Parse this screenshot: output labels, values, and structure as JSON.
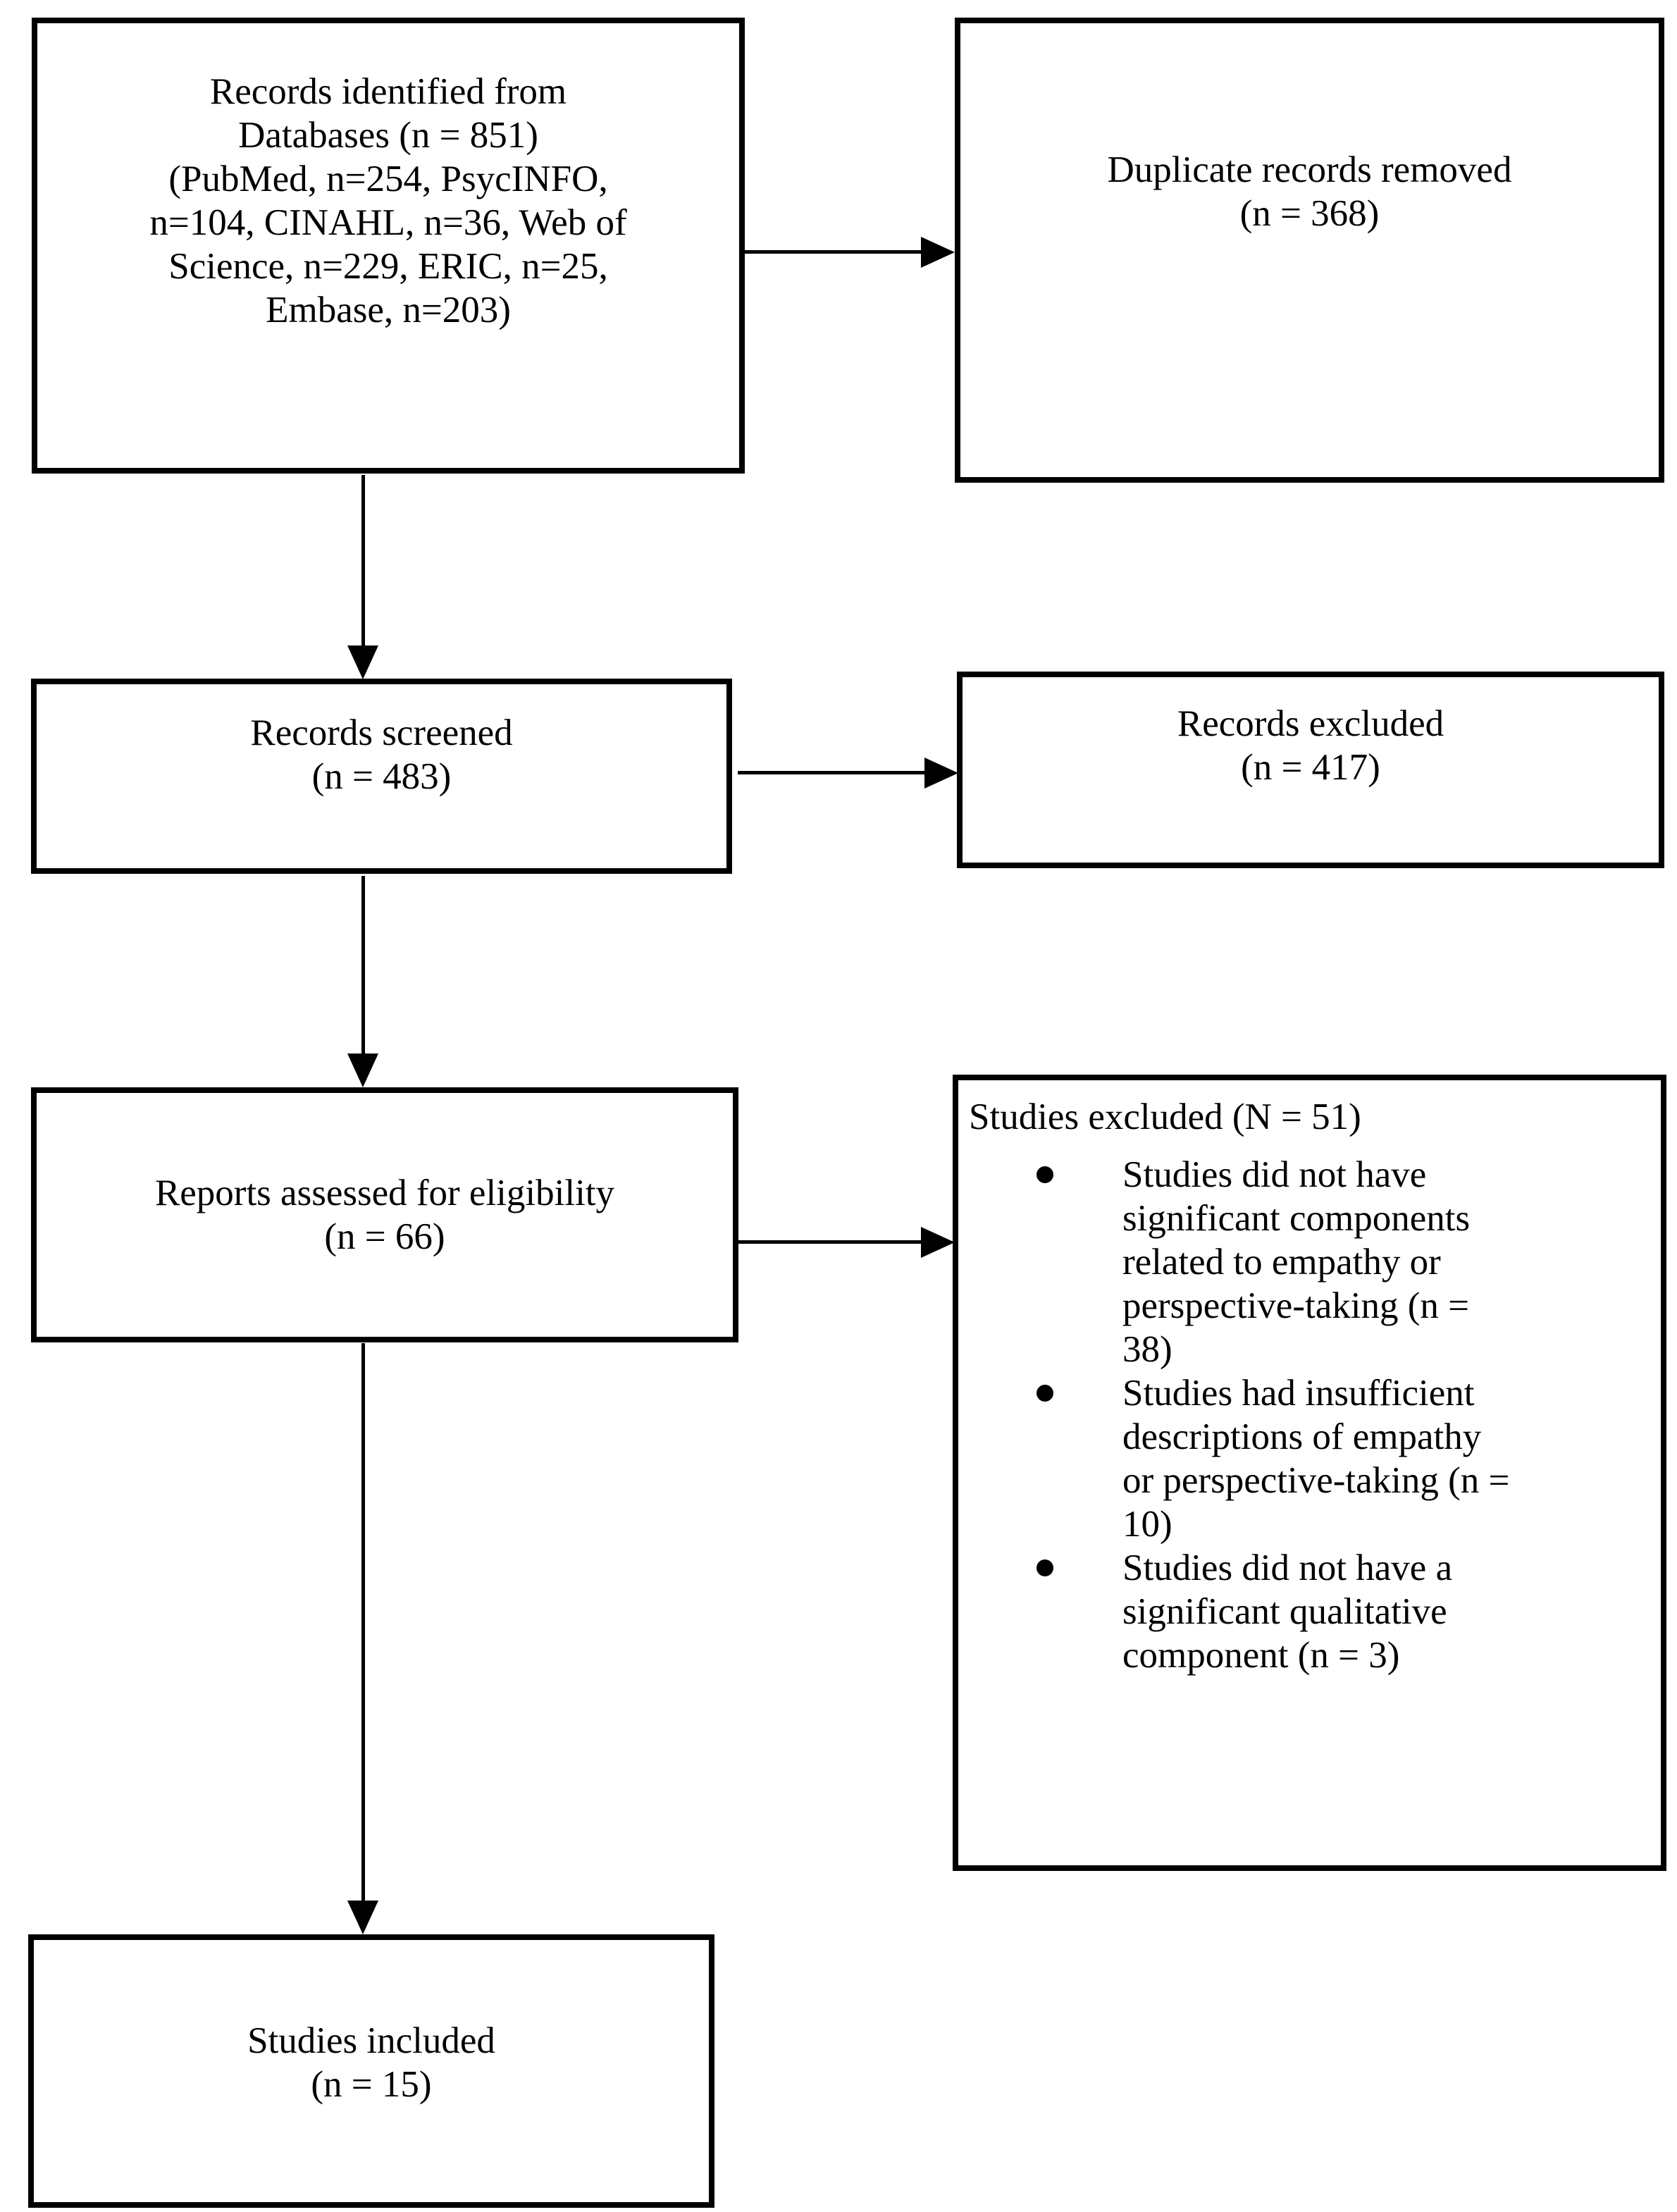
{
  "diagram": {
    "title": "PRISMA study selection flow diagram",
    "colors": {
      "border": "#000000",
      "background": "#ffffff",
      "text": "#000000"
    },
    "boxes": {
      "records_identified": {
        "lines": [
          "Records identified from",
          "Databases (n = 851)",
          "(PubMed, n=254, PsycINFO,",
          "n=104, CINAHL, n=36, Web of",
          "Science, n=229, ERIC, n=25,",
          "Embase, n=203)"
        ]
      },
      "duplicates_removed": {
        "lines": [
          "Duplicate records removed",
          "(n = 368)"
        ]
      },
      "records_screened": {
        "lines": [
          "Records screened",
          "(n = 483)"
        ]
      },
      "records_excluded": {
        "lines": [
          "Records excluded",
          "(n = 417)"
        ]
      },
      "reports_assessed": {
        "lines": [
          "Reports assessed for eligibility",
          "(n = 66)"
        ]
      },
      "studies_excluded": {
        "heading": "Studies excluded (N = 51)",
        "bullets": [
          {
            "lines": [
              "Studies did not have",
              "significant components",
              "related to empathy or",
              "perspective-taking (n =",
              "38)"
            ]
          },
          {
            "lines": [
              "Studies had insufficient",
              "descriptions of empathy",
              "or perspective-taking (n =",
              "10)"
            ]
          },
          {
            "lines": [
              "Studies did not have a",
              "significant qualitative",
              "component (n = 3)"
            ]
          }
        ]
      },
      "studies_included": {
        "lines": [
          "Studies included",
          "(n = 15)"
        ]
      }
    }
  }
}
